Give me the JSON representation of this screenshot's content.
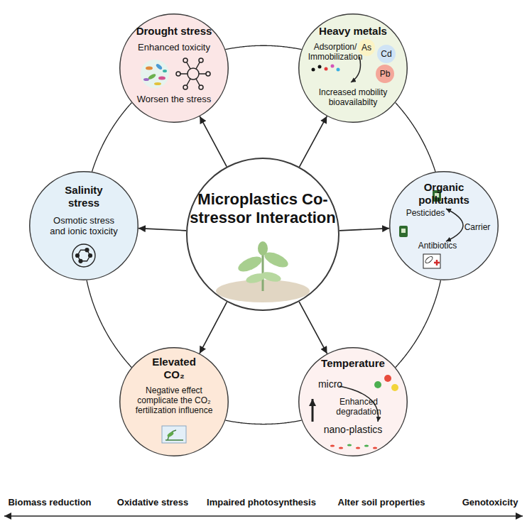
{
  "diagram": {
    "nodes": [
      {
        "text": [
          "Microplastics Co-stressor Interaction"
        ]
      },
      {
        "text": [
          "Drought stress",
          "Enhanced toxicity",
          "Worsen the stress"
        ]
      },
      {
        "text": [
          "Heavy metals",
          "Adsorption/ Immobilization",
          "Increased mobility bioavailabilty"
        ]
      },
      {
        "text": [
          "As"
        ],
        "in": 2
      },
      {
        "text": [
          "Cd"
        ],
        "in": 2
      },
      {
        "text": [
          "Pb"
        ],
        "in": 2
      },
      {
        "text": [
          "Organic pollutants",
          "Pesticides",
          "Carrier",
          "Antibiotics"
        ]
      },
      {
        "text": [
          "Temperature",
          "micro",
          "Enhanced degradation",
          "nano-plastics"
        ]
      },
      {
        "text": [
          "Elevated CO₂",
          "Negative effect complicate the CO₂ fertilization influence"
        ]
      },
      {
        "text": [
          "Salinity stress",
          "Osmotic stress and ionic toxicity"
        ]
      }
    ],
    "edges": [
      {
        "from": 0,
        "to": 1,
        "arrow": "to"
      },
      {
        "from": 0,
        "to": 2,
        "arrow": "to"
      },
      {
        "from": 0,
        "to": 6,
        "arrow": "to"
      },
      {
        "from": 0,
        "to": 7,
        "arrow": "to"
      },
      {
        "from": 0,
        "to": 8,
        "arrow": "to"
      },
      {
        "from": 0,
        "to": 9,
        "arrow": "to"
      },
      {
        "from": 1,
        "to": 2,
        "arrow": "none"
      },
      {
        "from": 2,
        "to": 6,
        "arrow": "none"
      },
      {
        "from": 6,
        "to": 7,
        "arrow": "none"
      },
      {
        "from": 7,
        "to": 8,
        "arrow": "none"
      },
      {
        "from": 8,
        "to": 9,
        "arrow": "none"
      },
      {
        "from": 9,
        "to": 1,
        "arrow": "none"
      }
    ],
    "labels": [
      "Biomass reduction",
      "Oxidative stress",
      "Impaired photosynthesis",
      "Alter soil properties",
      "Genotoxicity"
    ]
  }
}
